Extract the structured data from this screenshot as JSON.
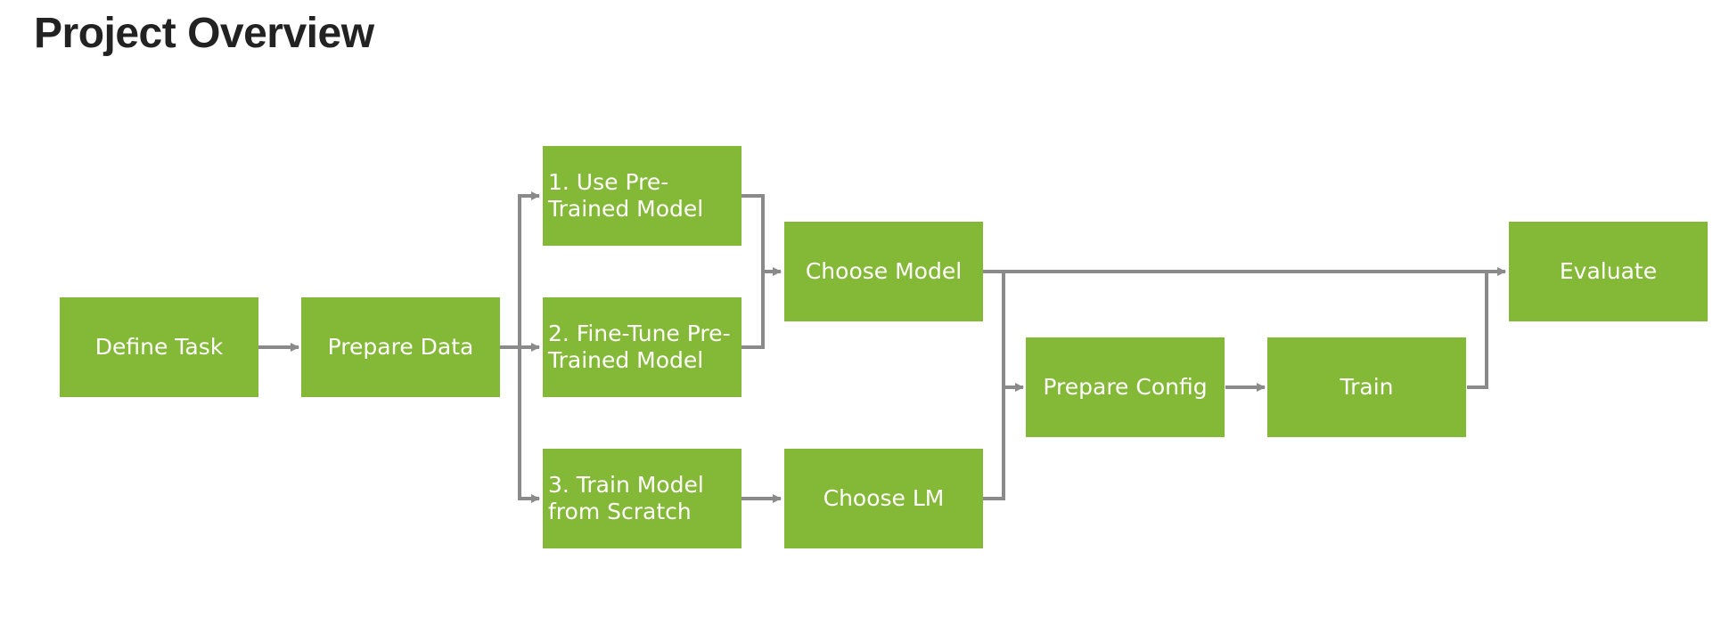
{
  "title": "Project Overview",
  "colors": {
    "node_fill": "#84b937",
    "node_text": "#ffffff",
    "connector": "#8a8a8a",
    "title_text": "#222222"
  },
  "nodes": {
    "define_task": "Define Task",
    "prepare_data": "Prepare Data",
    "use_pretrained": "1. Use Pre-\nTrained Model",
    "fine_tune": "2. Fine-Tune Pre-\nTrained Model",
    "train_scratch": "3. Train Model\nfrom Scratch",
    "choose_model": "Choose Model",
    "choose_lm": "Choose LM",
    "prepare_config": "Prepare Config",
    "train": "Train",
    "evaluate": "Evaluate"
  },
  "edges": [
    [
      "define_task",
      "prepare_data"
    ],
    [
      "prepare_data",
      "use_pretrained"
    ],
    [
      "prepare_data",
      "fine_tune"
    ],
    [
      "prepare_data",
      "train_scratch"
    ],
    [
      "use_pretrained",
      "choose_model"
    ],
    [
      "fine_tune",
      "choose_model"
    ],
    [
      "train_scratch",
      "choose_lm"
    ],
    [
      "choose_model",
      "evaluate"
    ],
    [
      "choose_model",
      "prepare_config"
    ],
    [
      "choose_lm",
      "prepare_config"
    ],
    [
      "prepare_config",
      "train"
    ],
    [
      "train",
      "evaluate"
    ]
  ]
}
